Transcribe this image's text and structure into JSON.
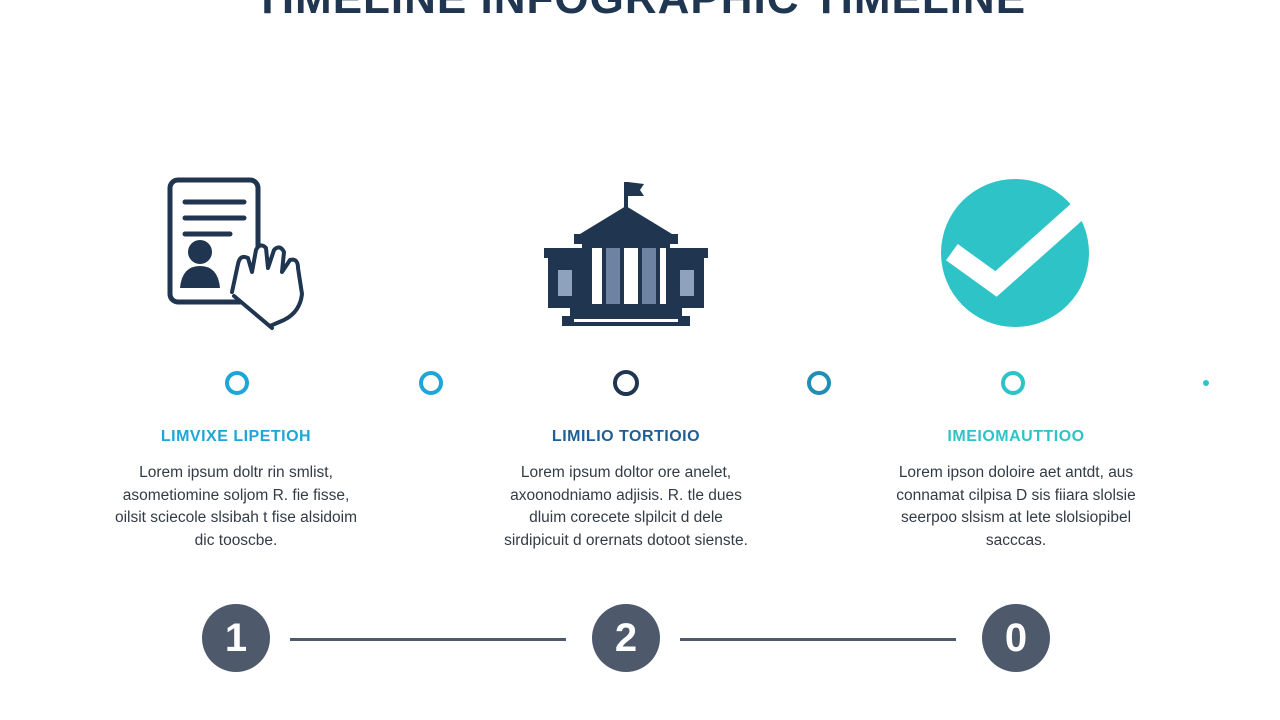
{
  "title": "TIMELINE INFOGRAPHIC TIMELINE",
  "colors": {
    "navy": "#1f3550",
    "blue": "#1ea6d8",
    "teal": "#2ec3c6",
    "number_gray": "#4e5a6c"
  },
  "icons": [
    "document-hand-icon",
    "government-building-icon",
    "checkmark-circle-icon"
  ],
  "steps": [
    {
      "title": "LIMVIXE LIPETIOH",
      "description": "Lorem ipsum doltr rin smlist, asometiomine soljom R. fie fisse, oilsit sciecole slsibah t fise alsidoim dic tooscbe."
    },
    {
      "title": "LIMILIO TORTIOIO",
      "description": "Lorem ipsum doltor ore anelet, axoonodniamo adjisis. R. tle dues dluim corecete slpilcit d dele sirdipicuit d orernats dotoot sienste."
    },
    {
      "title": "IMEIOMAUTTIOO",
      "description": "Lorem ipson doloire aet antdt, aus connamat cilpisa D sis fiiara slolsie seerpoo slsism at lete slolsiopibel sacccas."
    }
  ],
  "numbers": [
    "1",
    "2",
    "0"
  ]
}
